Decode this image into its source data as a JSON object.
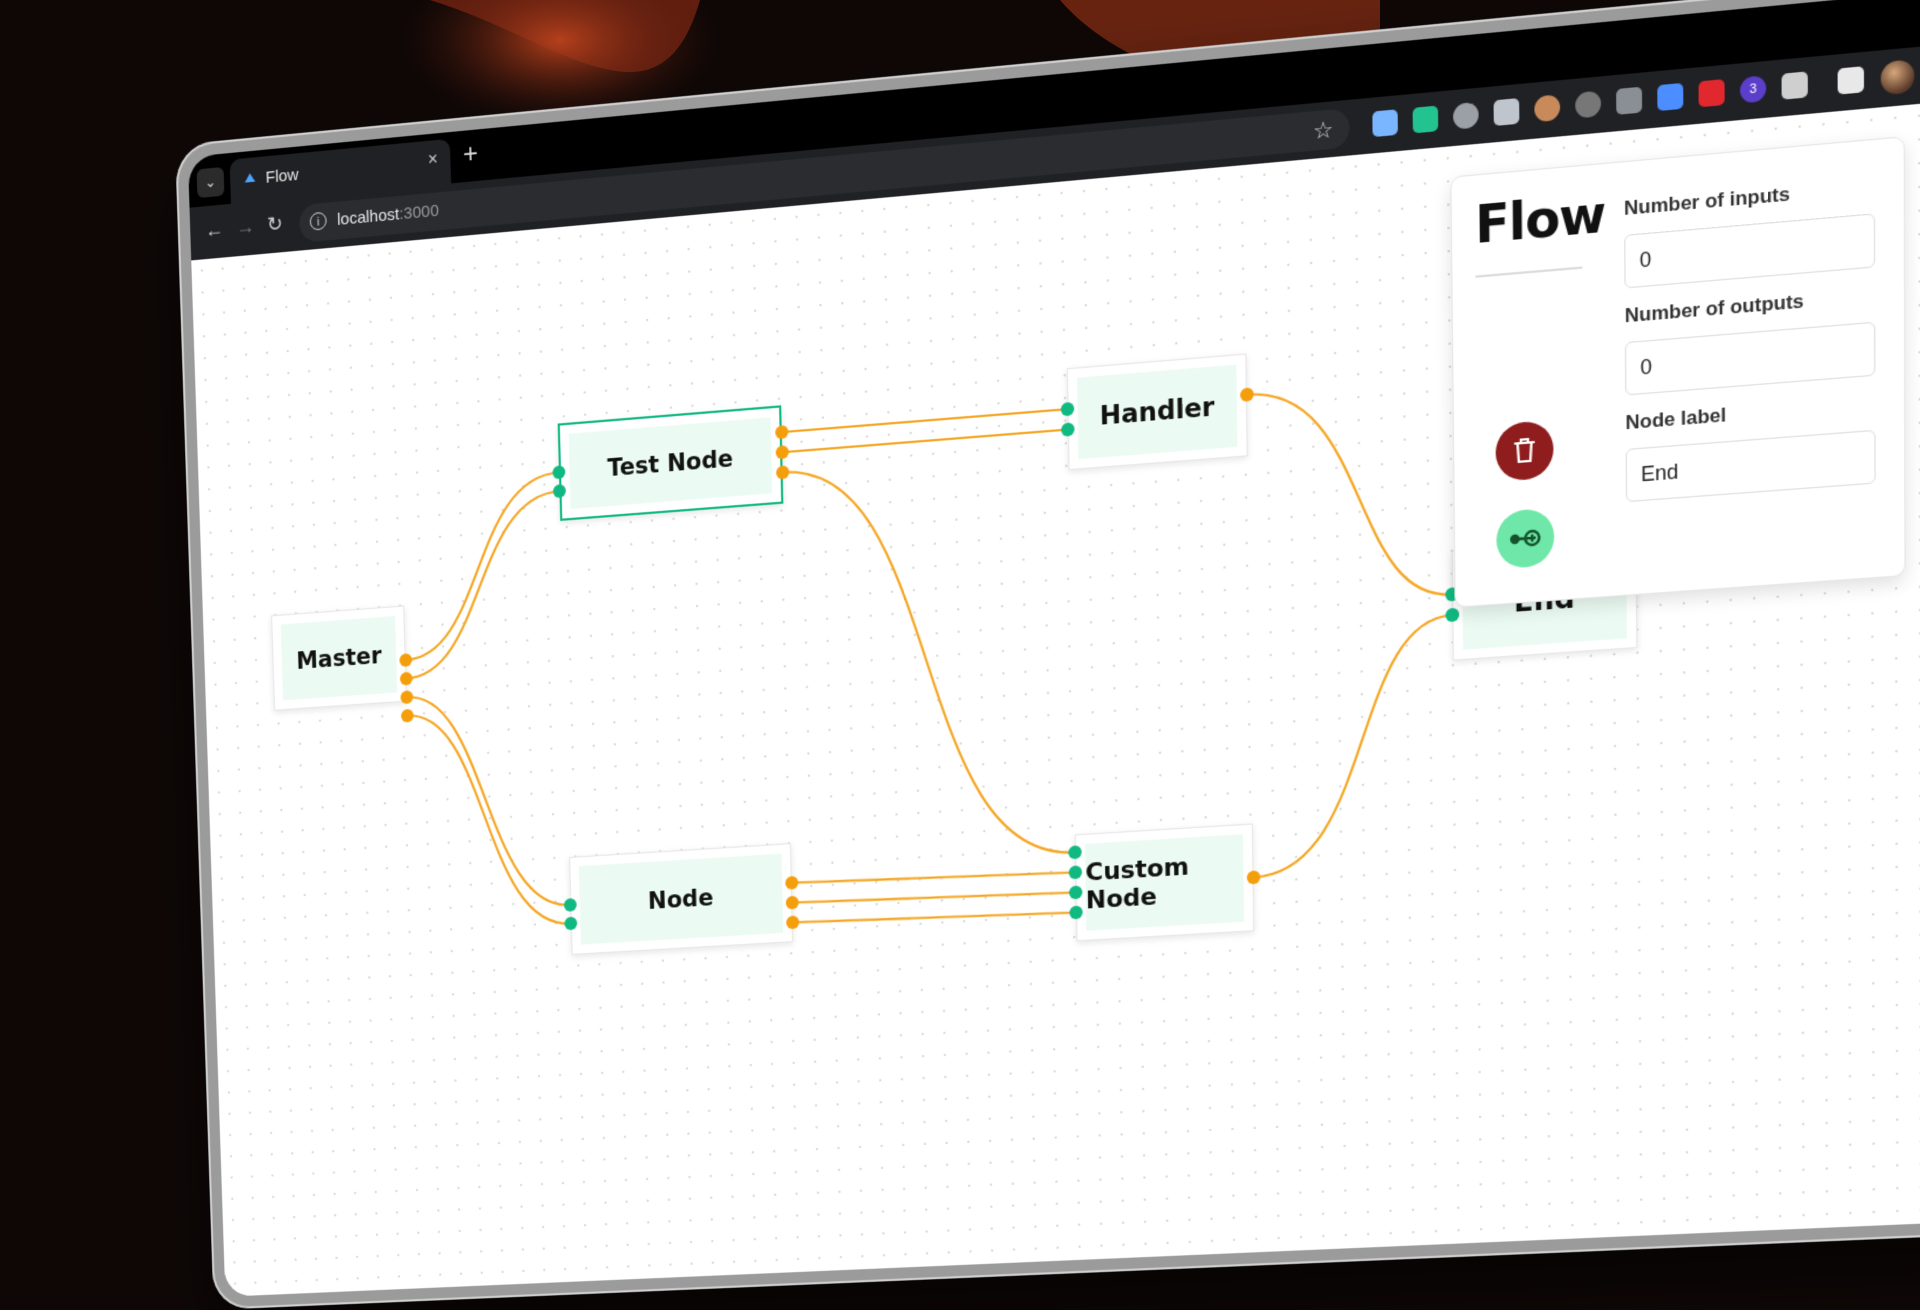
{
  "browser": {
    "tab_title": "Flow",
    "url_host": "localhost",
    "url_port": ":3000",
    "new_tab": "+",
    "tab_close": "×",
    "tab_menu": "⌄",
    "minimize": "–",
    "restore": "❐",
    "close": "✕",
    "back": "←",
    "forward": "→",
    "reload": "↻",
    "info": "i",
    "bookmark": "☆",
    "menu": "⋮",
    "extension_badge": "3"
  },
  "flow": {
    "nodes": [
      {
        "id": "master",
        "label": "Master"
      },
      {
        "id": "test-node",
        "label": "Test Node"
      },
      {
        "id": "handler",
        "label": "Handler"
      },
      {
        "id": "node",
        "label": "Node"
      },
      {
        "id": "custom-node",
        "label": "Custom Node"
      },
      {
        "id": "end",
        "label": "End"
      }
    ],
    "colors": {
      "edge": "#f5a623",
      "input_handle": "#10b981",
      "output_handle": "#f59e0b",
      "node_fill": "#ebfbf3",
      "selected_border": "#10b981"
    }
  },
  "panel": {
    "title": "Flow",
    "inputs_label": "Number of inputs",
    "inputs_value": "0",
    "outputs_label": "Number of outputs",
    "outputs_value": "0",
    "node_label_label": "Node label",
    "node_label_value": "End",
    "delete_icon": "trash-icon",
    "connect_icon": "link-node-icon"
  }
}
